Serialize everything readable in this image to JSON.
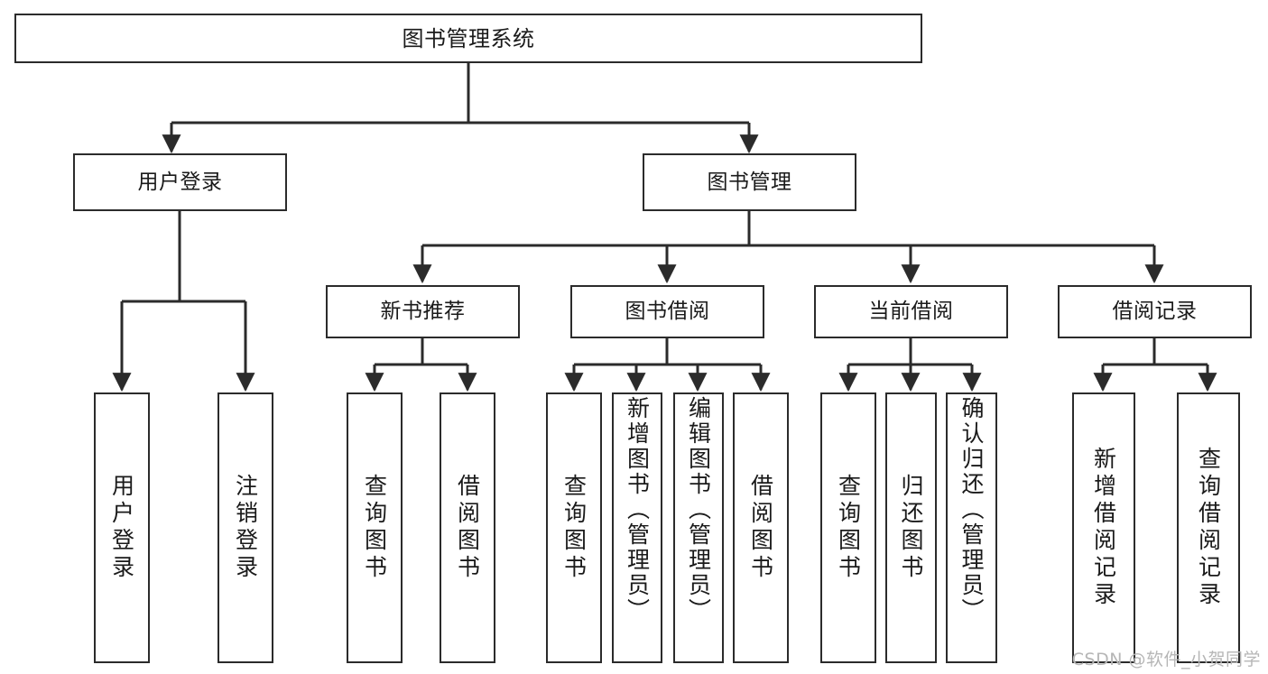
{
  "diagram": {
    "title": "图书管理系统",
    "type": "tree",
    "stroke_color": "#2b2b2b",
    "fill_color": "#ffffff",
    "text_color": "#1a1a1a",
    "watermark": "CSDN @软件_小贺同学"
  },
  "nodes": {
    "root": {
      "label": "图书管理系统"
    },
    "level1": [
      {
        "id": "user-login",
        "label": "用户登录"
      },
      {
        "id": "book-manage",
        "label": "图书管理"
      }
    ],
    "level2": [
      {
        "id": "new-book-rec",
        "label": "新书推荐"
      },
      {
        "id": "book-borrow",
        "label": "图书借阅"
      },
      {
        "id": "current-borrow",
        "label": "当前借阅"
      },
      {
        "id": "borrow-record",
        "label": "借阅记录"
      }
    ],
    "leaves": [
      {
        "id": "leaf-user-login",
        "label": "用户登录",
        "parent": "user-login"
      },
      {
        "id": "leaf-logout",
        "label": "注销登录",
        "parent": "user-login"
      },
      {
        "id": "leaf-query-book-1",
        "label": "查询图书",
        "parent": "new-book-rec"
      },
      {
        "id": "leaf-borrow-book-1",
        "label": "借阅图书",
        "parent": "new-book-rec"
      },
      {
        "id": "leaf-query-book-2",
        "label": "查询图书",
        "parent": "book-borrow"
      },
      {
        "id": "leaf-add-book",
        "label": "新增图书（管理员）",
        "parent": "book-borrow"
      },
      {
        "id": "leaf-edit-book",
        "label": "编辑图书（管理员）",
        "parent": "book-borrow"
      },
      {
        "id": "leaf-borrow-book-2",
        "label": "借阅图书",
        "parent": "book-borrow"
      },
      {
        "id": "leaf-query-book-3",
        "label": "查询图书",
        "parent": "current-borrow"
      },
      {
        "id": "leaf-return-book",
        "label": "归还图书",
        "parent": "current-borrow"
      },
      {
        "id": "leaf-confirm-return",
        "label": "确认归还（管理员）",
        "parent": "current-borrow"
      },
      {
        "id": "leaf-add-record",
        "label": "新增借阅记录",
        "parent": "borrow-record"
      },
      {
        "id": "leaf-query-record",
        "label": "查询借阅记录",
        "parent": "borrow-record"
      }
    ]
  }
}
